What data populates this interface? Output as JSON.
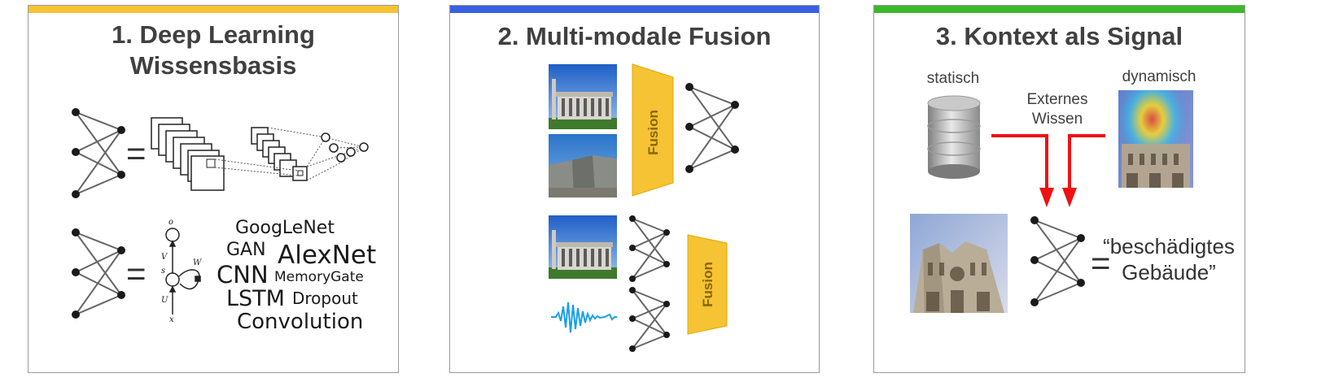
{
  "colors": {
    "panel1_accent": "#f5c333",
    "panel2_accent": "#3a5fe0",
    "panel3_accent": "#3cb82a",
    "fusion_fill": "#f5c333",
    "arrow": "#ee1111",
    "waveform": "#1aa0e8"
  },
  "panel1": {
    "title_line1": "1. Deep Learning",
    "title_line2": "Wissensbasis",
    "equals": "=",
    "rnn_labels": {
      "o": "o",
      "v": "V",
      "w": "W",
      "s": "s",
      "u": "U",
      "x": "x"
    },
    "words": [
      "GoogLeNet",
      "GAN",
      "AlexNet",
      "CNN",
      "MemoryGate",
      "LSTM",
      "Dropout",
      "Convolution"
    ]
  },
  "panel2": {
    "title": "2. Multi-modale Fusion",
    "fusion_label_top": "Fusion",
    "fusion_label_bottom": "Fusion",
    "icons": [
      "building-photo",
      "building-render",
      "building-photo",
      "waveform-icon"
    ]
  },
  "panel3": {
    "title": "3. Kontext als Signal",
    "static_label": "statisch",
    "dynamic_label": "dynamisch",
    "knowledge_line1": "Externes",
    "knowledge_line2": "Wissen",
    "equals": "=",
    "output_line1": "“beschädigtes",
    "output_line2": "Gebäude”",
    "icons": [
      "database-icon",
      "heatmap-cathedral-photo",
      "cathedral-photo"
    ]
  }
}
